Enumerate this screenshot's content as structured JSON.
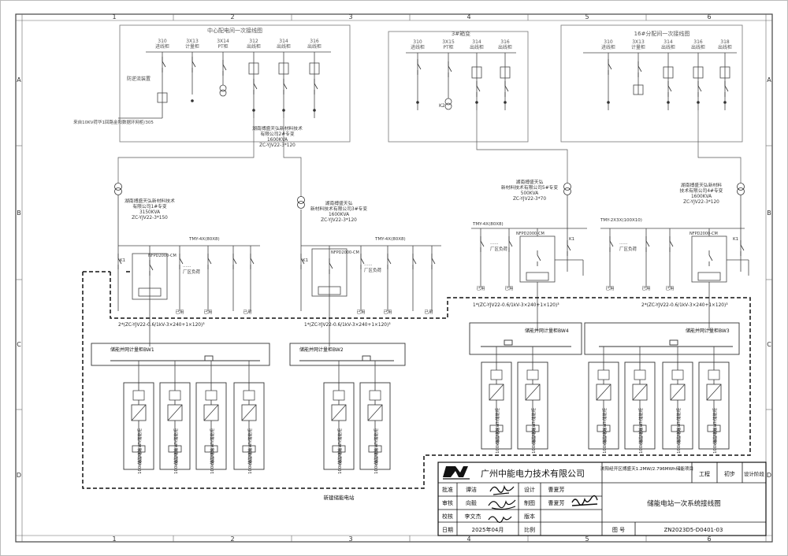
{
  "frame": {
    "col_numbers": [
      "1",
      "2",
      "3",
      "4",
      "5",
      "6"
    ],
    "row_letters": [
      "A",
      "B",
      "C",
      "D"
    ]
  },
  "sections": {
    "center": "中心配电间一次接线图",
    "sub3": "3#箱变",
    "sub16": "16#分配间一次接线图"
  },
  "cabinets": {
    "center": [
      {
        "num": "310",
        "name": "进线柜"
      },
      {
        "num": "3X13",
        "name": "计量柜"
      },
      {
        "num": "3X14",
        "name": "PT柜"
      },
      {
        "num": "312",
        "name": "出线柜"
      },
      {
        "num": "314",
        "name": "出线柜"
      },
      {
        "num": "316",
        "name": "出线柜"
      }
    ],
    "sub3": [
      {
        "num": "310",
        "name": "进线柜"
      },
      {
        "num": "3X15",
        "name": "PT柜"
      },
      {
        "num": "314",
        "name": "出线柜"
      },
      {
        "num": "316",
        "name": "出线柜"
      }
    ],
    "sub16": [
      {
        "num": "310",
        "name": "进线柜"
      },
      {
        "num": "3X13",
        "name": "计量柜"
      },
      {
        "num": "314",
        "name": "出线柜"
      },
      {
        "num": "316",
        "name": "出线柜"
      },
      {
        "num": "318",
        "name": "出线柜"
      }
    ]
  },
  "notes": {
    "anti_backflow": "防逆流装置",
    "incoming": "来自10KV荷华1回路金阳数据环网柜/305",
    "k2": "K2"
  },
  "transformers": {
    "t2": [
      "湖南搏盛天弘新材料技术",
      "有限公司2#专变",
      "1600KVA",
      "ZC-YJV22-3*120"
    ],
    "t1": [
      "湖南搏盛天弘新材料技术",
      "有限公司1#专变",
      "3150KVA",
      "ZC-YJV22-3*150"
    ],
    "t3": [
      "湖南搏盛天弘",
      "新材料技术有限公司3#专变",
      "1600KVA",
      "ZC-YJV22-3*120"
    ],
    "t5": [
      "湖南搏盛天弘",
      "新材料技术有限公司5#专变",
      "500KVA",
      "ZC-YJV22-3*70"
    ],
    "t4": [
      "湖南搏盛天弘新材料",
      "技术有限公司4#专变",
      "1600KVA",
      "ZC-YJV22-3*120"
    ]
  },
  "busbars": {
    "b1": "TMY-4X(80X8)",
    "b2": "TMY-4X(80X8)",
    "b3": "TMY-4X(80X8)",
    "b4": "TMY-2X3X(100X10)"
  },
  "breaker_labels": {
    "g1": "NFPD2000-CM",
    "g2": "NFPD2000-CM",
    "g3": "NFPD2000-CM",
    "g4": "NFPD2000-CM"
  },
  "labels": {
    "k1": "K1",
    "load": "厂区负荷",
    "used": "已用",
    "dots": "......"
  },
  "cables": {
    "c1": "2*(ZC-YJV22-0.6/1kV-3×240+1×120)³",
    "c2": "1*(ZC-YJV22-0.6/1kV-3×240+1×120)³",
    "c4": "1*(ZC-YJV22-0.6/1kV-3×240+1×120)³",
    "c3": "2*(ZC-YJV22-0.6/1kV-3×240+1×120)³"
  },
  "meter_cabinets": {
    "bw1": "储能并网计量柜BW1",
    "bw2": "储能并网计量柜BW2",
    "bw4": "储能并网计量柜BW4",
    "bw3": "储能并网计量柜BW3"
  },
  "unit_labels": {
    "cabinet": "100kW/233kWh储能柜",
    "battery": "储能电池"
  },
  "new_station": "新建储能电站",
  "title_block": {
    "company": "广州中能电力技术有限公司",
    "project": "浏阳经开区搏盛天1.2MW/2.796MWh储能项目",
    "engineering": "工程",
    "stage_value": "初步",
    "stage_label": "设计阶段",
    "approve": "批准",
    "approve_name": "谭洁",
    "review": "审核",
    "review_name": "向毅",
    "check": "校核",
    "check_name": "李文杰",
    "date": "日期",
    "date_value": "2025年04月",
    "design": "设计",
    "design_name": "曹夏芳",
    "draw": "制图",
    "draw_name": "曹夏芳",
    "version": "版本",
    "scale": "比例",
    "drawing_title": "储能电站一次系统接线图",
    "drawing_no_label": "图 号",
    "drawing_no": "ZN2023D5-D0401-03"
  }
}
